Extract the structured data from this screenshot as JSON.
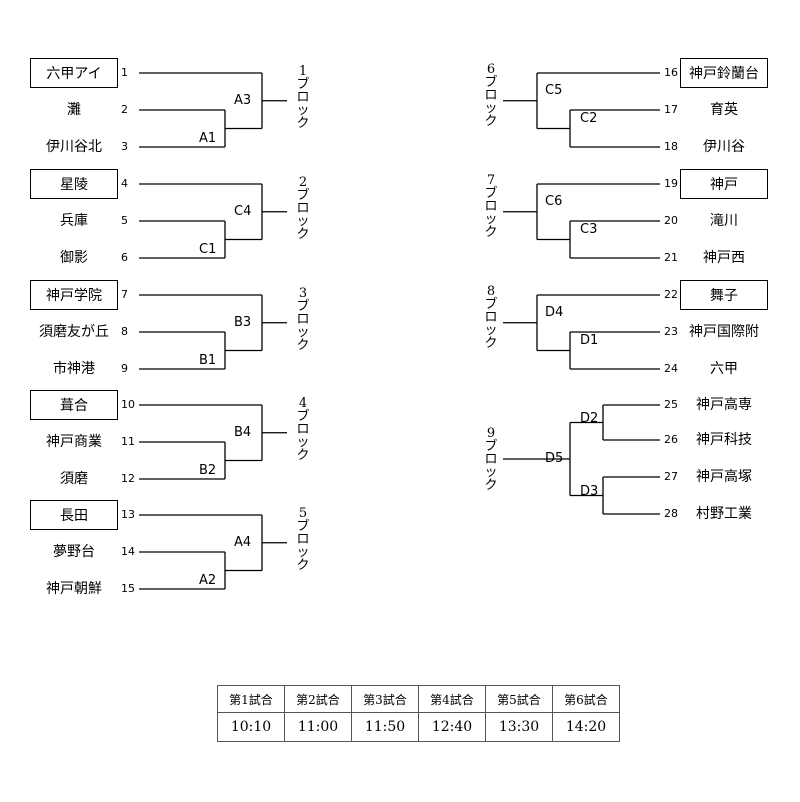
{
  "left_blocks": [
    {
      "block_label": "1ブロック",
      "teams": [
        {
          "num": "1",
          "name": "六甲アイ",
          "boxed": true
        },
        {
          "num": "2",
          "name": "灘",
          "boxed": false
        },
        {
          "num": "3",
          "name": "伊川谷北",
          "boxed": false
        }
      ],
      "first_match": "A1",
      "final_match": "A3"
    },
    {
      "block_label": "2ブロック",
      "teams": [
        {
          "num": "4",
          "name": "星陵",
          "boxed": true
        },
        {
          "num": "5",
          "name": "兵庫",
          "boxed": false
        },
        {
          "num": "6",
          "name": "御影",
          "boxed": false
        }
      ],
      "first_match": "C1",
      "final_match": "C4"
    },
    {
      "block_label": "3ブロック",
      "teams": [
        {
          "num": "7",
          "name": "神戸学院",
          "boxed": true
        },
        {
          "num": "8",
          "name": "須磨友が丘",
          "boxed": false
        },
        {
          "num": "9",
          "name": "市神港",
          "boxed": false
        }
      ],
      "first_match": "B1",
      "final_match": "B3"
    },
    {
      "block_label": "4ブロック",
      "teams": [
        {
          "num": "10",
          "name": "葺合",
          "boxed": true
        },
        {
          "num": "11",
          "name": "神戸商業",
          "boxed": false
        },
        {
          "num": "12",
          "name": "須磨",
          "boxed": false
        }
      ],
      "first_match": "B2",
      "final_match": "B4"
    },
    {
      "block_label": "5ブロック",
      "teams": [
        {
          "num": "13",
          "name": "長田",
          "boxed": true
        },
        {
          "num": "14",
          "name": "夢野台",
          "boxed": false
        },
        {
          "num": "15",
          "name": "神戸朝鮮",
          "boxed": false
        }
      ],
      "first_match": "A2",
      "final_match": "A4"
    }
  ],
  "right_blocks": [
    {
      "block_label": "6ブロック",
      "teams": [
        {
          "num": "16",
          "name": "神戸鈴蘭台",
          "boxed": true
        },
        {
          "num": "17",
          "name": "育英",
          "boxed": false
        },
        {
          "num": "18",
          "name": "伊川谷",
          "boxed": false
        }
      ],
      "first_match": "C2",
      "final_match": "C5"
    },
    {
      "block_label": "7ブロック",
      "teams": [
        {
          "num": "19",
          "name": "神戸",
          "boxed": true
        },
        {
          "num": "20",
          "name": "滝川",
          "boxed": false
        },
        {
          "num": "21",
          "name": "神戸西",
          "boxed": false
        }
      ],
      "first_match": "C3",
      "final_match": "C6"
    },
    {
      "block_label": "8ブロック",
      "teams": [
        {
          "num": "22",
          "name": "舞子",
          "boxed": true
        },
        {
          "num": "23",
          "name": "神戸国際附",
          "boxed": false
        },
        {
          "num": "24",
          "name": "六甲",
          "boxed": false
        }
      ],
      "first_match": "D1",
      "final_match": "D4"
    }
  ],
  "block9": {
    "block_label": "9ブロック",
    "teams": [
      {
        "num": "25",
        "name": "神戸高専"
      },
      {
        "num": "26",
        "name": "神戸科技"
      },
      {
        "num": "27",
        "name": "神戸高塚"
      },
      {
        "num": "28",
        "name": "村野工業"
      }
    ],
    "semi_matches": [
      "D2",
      "D3"
    ],
    "final_match": "D5"
  },
  "schedule": {
    "headers": [
      "第1試合",
      "第2試合",
      "第3試合",
      "第4試合",
      "第5試合",
      "第6試合"
    ],
    "times": [
      "10:10",
      "11:00",
      "11:50",
      "12:40",
      "13:30",
      "14:20"
    ]
  }
}
